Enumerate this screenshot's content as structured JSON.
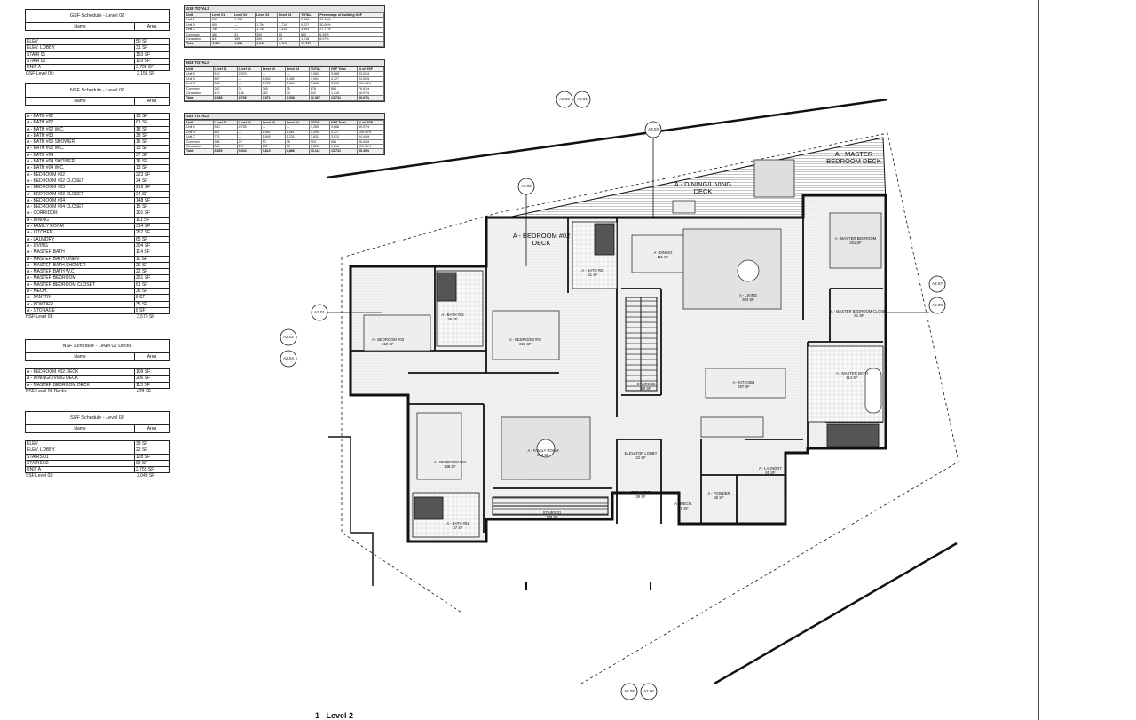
{
  "gsf_schedule": {
    "title": "GSF Schedule - Level 02",
    "col_name": "Name",
    "col_area": "Area",
    "rows": [
      {
        "name": "ELEV",
        "area": "50 SF"
      },
      {
        "name": "ELEV. LOBBY",
        "area": "31 SF"
      },
      {
        "name": "STAIR 01",
        "area": "153 SF"
      },
      {
        "name": "STAIR 02",
        "area": "119 SF"
      },
      {
        "name": "UNIT A",
        "area": "2,798 SF"
      }
    ],
    "total_label": "GSF Level 03:",
    "total_value": "3,151 SF"
  },
  "nsf_schedule": {
    "title": "NSF Schedule - Level 02",
    "col_name": "Name",
    "col_area": "Area",
    "rows": [
      {
        "name": "A - BATH #02",
        "area": "13 SF"
      },
      {
        "name": "A - BATH #02",
        "area": "61 SF"
      },
      {
        "name": "A - BATH #02 W.C.",
        "area": "18 SF"
      },
      {
        "name": "A - BATH #03",
        "area": "38 SF"
      },
      {
        "name": "A - BATH #03 SHOWER",
        "area": "16 SF"
      },
      {
        "name": "A - BATH #03 W.C.",
        "area": "13 SF"
      },
      {
        "name": "A - BATH #04",
        "area": "37 SF"
      },
      {
        "name": "A - BATH #04 SHOWER",
        "area": "16 SF"
      },
      {
        "name": "A - BATH #04 W.C.",
        "area": "13 SF"
      },
      {
        "name": "A - BEDROOM #02",
        "area": "223 SF"
      },
      {
        "name": "A - BEDROOM #02 CLOSET",
        "area": "24 SF"
      },
      {
        "name": "A - BEDROOM #03",
        "area": "219 SF"
      },
      {
        "name": "A - BEDROOM #03 CLOSET",
        "area": "24 SF"
      },
      {
        "name": "A - BEDROOM #04",
        "area": "148 SF"
      },
      {
        "name": "A - BEDROOM #04 CLOSET",
        "area": "15 SF"
      },
      {
        "name": "A - CORRIDOR",
        "area": "101 SF"
      },
      {
        "name": "A - DINING",
        "area": "111 SF"
      },
      {
        "name": "A - FAMILY ROOM",
        "area": "314 SF"
      },
      {
        "name": "A - KITCHEN",
        "area": "257 SF"
      },
      {
        "name": "A - LAUNDRY",
        "area": "65 SF"
      },
      {
        "name": "A - LIVING",
        "area": "304 SF"
      },
      {
        "name": "A - MASTER BATH",
        "area": "114 SF"
      },
      {
        "name": "A - MASTER BATH LINEN",
        "area": "11 SF"
      },
      {
        "name": "A - MASTER BATH SHOWER",
        "area": "26 SF"
      },
      {
        "name": "A - MASTER BATH W.C.",
        "area": "22 SF"
      },
      {
        "name": "A - MASTER BEDROOM",
        "area": "251 SF"
      },
      {
        "name": "A - MASTER BEDROOM CLOSET",
        "area": "61 SF"
      },
      {
        "name": "A - MECH.",
        "area": "36 SF"
      },
      {
        "name": "A - PANTRY",
        "area": "8 SF"
      },
      {
        "name": "A - POWDER",
        "area": "35 SF"
      },
      {
        "name": "A - STORAGE",
        "area": "8 SF"
      }
    ],
    "total_label": "NSF Level 03:",
    "total_value": "2,570 SF"
  },
  "deck_schedule": {
    "title": "NSF Schedule - Level 02 Decks",
    "col_name": "Name",
    "col_area": "Area",
    "rows": [
      {
        "name": "A - BEDROOM #02 DECK",
        "area": "109 SF"
      },
      {
        "name": "A - DINING/LIVING DECK",
        "area": "206 SF"
      },
      {
        "name": "A - MASTER BEDROOM DECK",
        "area": "113 SF"
      }
    ],
    "total_label": "NSF Level 03 Decks:",
    "total_value": "428 SF"
  },
  "ssf_schedule": {
    "title": "SSF Schedule - Level 02",
    "col_name": "Name",
    "col_area": "Area",
    "rows": [
      {
        "name": "ELEV",
        "area": "39 SF"
      },
      {
        "name": "ELEV. LOBBY",
        "area": "22 SF"
      },
      {
        "name": "STAIRS 01",
        "area": "128 SF"
      },
      {
        "name": "STAIRS 02",
        "area": "99 SF"
      },
      {
        "name": "UNIT A",
        "area": "2,755 SF"
      }
    ],
    "total_label": "SSF Level 03:",
    "total_value": "3,043 SF"
  },
  "gsf_totals": {
    "title": "GSF TOTALS",
    "header": [
      "Unit",
      "Level 01",
      "Level 02",
      "Level 03",
      "Level 04",
      "TOTAL",
      "Percentage of Building GSF"
    ],
    "rows": [
      [
        "Unit A",
        "890",
        "2,798",
        "—",
        "—",
        "3,688",
        "26.40%"
      ],
      [
        "Unit B",
        "608",
        "—",
        "1,794",
        "1,714",
        "4,227",
        "30.06%"
      ],
      [
        "Unit C",
        "785",
        "—",
        "1,745",
        "1,313",
        "3,853",
        "27.77%"
      ],
      [
        "Common",
        "460",
        "31",
        "309",
        "65",
        "865",
        "6.26%"
      ],
      [
        "Circulation",
        "837",
        "169",
        "260",
        "30",
        "1,218",
        "8.97%"
      ]
    ],
    "footer": [
      "Total",
      "3,581",
      "2,998",
      "4,040",
      "3,112",
      "13,731",
      ""
    ]
  },
  "nsf_totals": {
    "title": "NSF TOTALS",
    "header": [
      "Unit",
      "Level 01",
      "Level 02",
      "Level 03",
      "Level 04",
      "TOTAL",
      "GSF Total",
      "% of GSF"
    ],
    "rows": [
      [
        "Unit A",
        "510",
        "2,570",
        "—",
        "—",
        "3,080",
        "3,688",
        "83.51%"
      ],
      [
        "Unit B",
        "807",
        "—",
        "1,654",
        "1,480",
        "3,901",
        "4,127",
        "94.52%"
      ],
      [
        "Unit C",
        "638",
        "—",
        "1,726",
        "1,504",
        "3,868",
        "3,813",
        "101.44%"
      ],
      [
        "Common",
        "262",
        "31",
        "348",
        "35",
        "676",
        "885",
        "76.61%"
      ],
      [
        "Circulation",
        "470",
        "188",
        "282",
        "30",
        "842",
        "1,218",
        "68.97%"
      ]
    ],
    "footer": [
      "Total",
      "2,688",
      "2,739",
      "3,871",
      "3,038",
      "12,367",
      "13,731",
      "90.07%"
    ]
  },
  "ssf_totals": {
    "title": "SSF TOTALS",
    "header": [
      "Unit",
      "Level 01",
      "Level 02",
      "Level 03",
      "Level 04",
      "TOTAL",
      "GSF Total",
      "% of GSF"
    ],
    "rows": [
      [
        "Unit A",
        "530",
        "2,755",
        "—",
        "—",
        "3,285",
        "3,688",
        "89.07%"
      ],
      [
        "Unit B",
        "851",
        "—",
        "1,982",
        "1,561",
        "4,395",
        "4,127",
        "106.49%"
      ],
      [
        "Unit C",
        "721",
        "—",
        "1,849",
        "1,231",
        "3,601",
        "3,813",
        "94.44%"
      ],
      [
        "Common",
        "396",
        "22",
        "50",
        "35",
        "503",
        "885",
        "56.84%"
      ],
      [
        "Circulation",
        "830",
        "267",
        "232",
        "35",
        "1,328",
        "1,218",
        "109.03%"
      ]
    ],
    "footer": [
      "Total",
      "3,369",
      "3,044",
      "3,813",
      "2,886",
      "13,112",
      "13,731",
      "95.49%"
    ]
  },
  "rooms": [
    {
      "name": "A - BEDROOM #02 DECK",
      "area": ""
    },
    {
      "name": "A - DINING/LIVING DECK",
      "area": ""
    },
    {
      "name": "A - MASTER BEDROOM DECK",
      "area": ""
    },
    {
      "name": "A - DINING",
      "area": "111 SF"
    },
    {
      "name": "A - LIVING",
      "area": "304 SF"
    },
    {
      "name": "A - MASTER BEDROOM",
      "area": "251 SF"
    },
    {
      "name": "A - MASTER BEDROOM CLOSET",
      "area": "61 SF"
    },
    {
      "name": "A - BATH #02",
      "area": "61 SF"
    },
    {
      "name": "A - BATH #03",
      "area": "38 SF"
    },
    {
      "name": "A - BEDROOM #03",
      "area": "219 SF"
    },
    {
      "name": "A - BEDROOM #02",
      "area": "223 SF"
    },
    {
      "name": "STAIRS 02",
      "area": "99 SF"
    },
    {
      "name": "A - KITCHEN",
      "area": "257 SF"
    },
    {
      "name": "A - MASTER BATH",
      "area": "114 SF"
    },
    {
      "name": "A - FAMILY ROOM",
      "area": "314 SF"
    },
    {
      "name": "A - BEDROOM #04",
      "area": "148 SF"
    },
    {
      "name": "ELEVATOR LOBBY",
      "area": "22 SF"
    },
    {
      "name": "ELEVATOR",
      "area": "39 SF"
    },
    {
      "name": "A - LAUNDRY",
      "area": "65 SF"
    },
    {
      "name": "A - POWDER",
      "area": "35 SF"
    },
    {
      "name": "A - MECH.",
      "area": "36 SF"
    },
    {
      "name": "A - BATH #04",
      "area": "37 SF"
    },
    {
      "name": "STAIRS 01",
      "area": "128 SF"
    }
  ],
  "section_tags": [
    "A2.02",
    "A2.01",
    "A3.03",
    "A3.02",
    "A3.01",
    "A2.02",
    "A2.04",
    "A2.07",
    "A2.08",
    "A2.05",
    "A2.06"
  ],
  "tag_num": "1",
  "view_title": {
    "number": "1",
    "name": "Level 2"
  }
}
